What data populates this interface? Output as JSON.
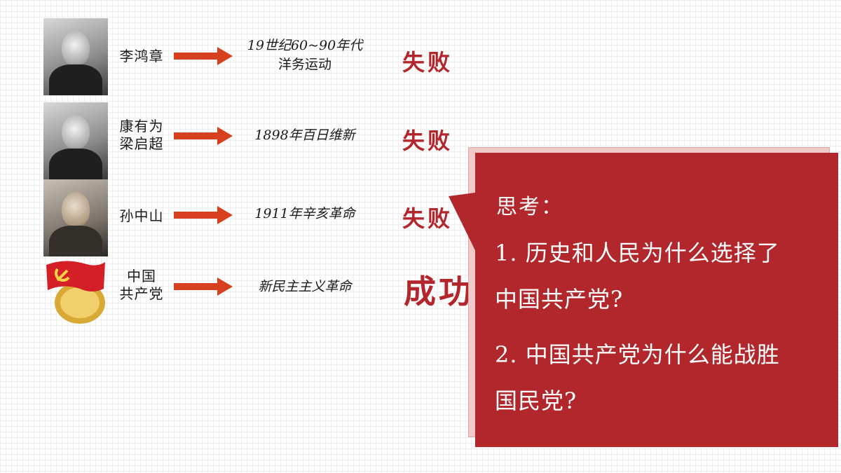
{
  "rows": [
    {
      "name": "李鸿章",
      "event_line1": "19世纪60~90年代",
      "event_line2": "洋务运动",
      "result": "失败"
    },
    {
      "name_line1": "康有为",
      "name_line2": "梁启超",
      "event_line1": "1898年百日维新",
      "result": "失败"
    },
    {
      "name": "孙中山",
      "event_line1": "1911年辛亥革命",
      "result": "失败"
    },
    {
      "name_line1": "中国",
      "name_line2": "共产党",
      "event_line1": "新民主主义革命",
      "result": "成功"
    }
  ],
  "callout": {
    "title": "思考：",
    "q1_line1": "1. 历史和人民为什么选择了",
    "q1_line2": "中国共产党?",
    "q2_line1": "2. 中国共产党为什么能战胜",
    "q2_line2": "国民党?"
  },
  "colors": {
    "accent": "#b1272b",
    "arrow": "#d6401e"
  }
}
